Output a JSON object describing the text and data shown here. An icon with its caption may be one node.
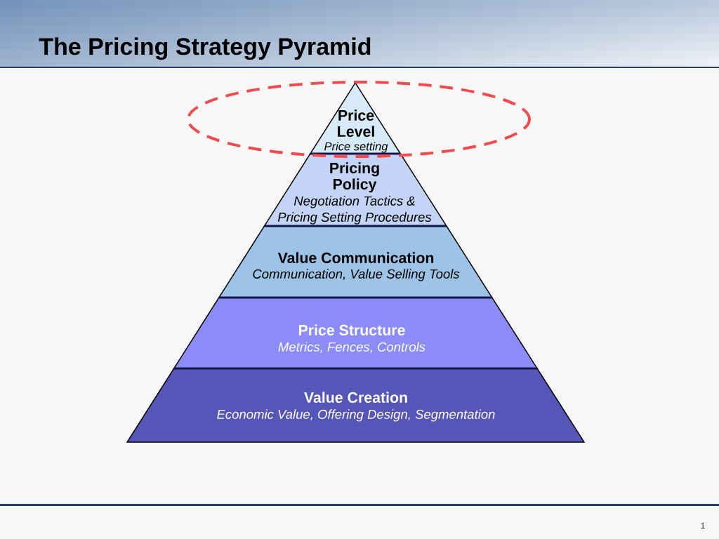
{
  "diagram": {
    "title": "The Pricing Strategy Pyramid",
    "nodes": [
      {
        "text": [
          "Price Level",
          "Price setting"
        ]
      },
      {
        "text": [
          "Pricing Policy",
          "Negotiation Tactics & Pricing Setting Procedures"
        ]
      },
      {
        "text": [
          "Value Communication",
          "Communication, Value Selling Tools"
        ]
      },
      {
        "text": [
          "Price Structure",
          "Metrics, Fences, Controls"
        ]
      },
      {
        "text": [
          "Value Creation",
          "Economic Value, Offering Design, Segmentation"
        ]
      }
    ],
    "labels": [
      "1"
    ]
  }
}
